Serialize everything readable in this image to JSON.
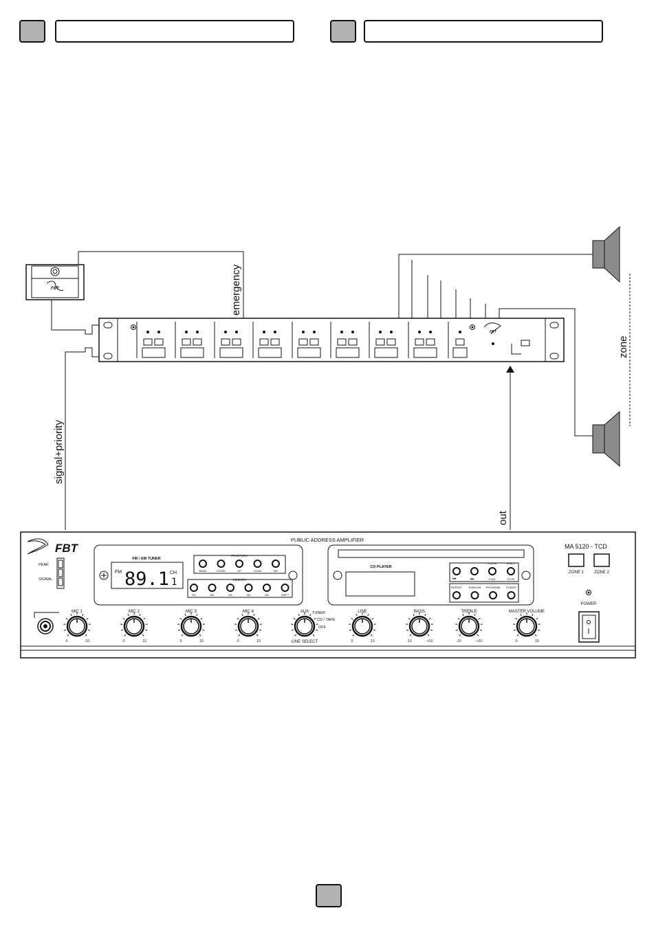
{
  "header": {
    "left_title": "",
    "right_title": ""
  },
  "footer": {
    "page_number": ""
  },
  "labels": {
    "emergency": "emergency",
    "signal_priority": "signal+priority",
    "out": "out",
    "zone": "zone"
  },
  "amplifier": {
    "brand": "FBT",
    "title": "PUBLIC ADDRESS AMPLIFIER",
    "model": "MA 5120 - TCD",
    "peak": "PEAK",
    "signal": "SIGNAL",
    "tuner": {
      "label": "FM / AM TUNER",
      "band": "FM",
      "frequency": "89.1",
      "ch_label": "CH",
      "channel": "1",
      "function_label": "FUNCTION",
      "function_buttons": [
        "BAND",
        "DOWN",
        "UP",
        "SCAN",
        "MS"
      ],
      "memory_label": "MEMORY",
      "memory_buttons": [
        "M1",
        "M2",
        "M3",
        "M4",
        "M5",
        "SHIFT"
      ]
    },
    "cd": {
      "label": "CD PLAYER",
      "top_buttons": [
        "PAUSE",
        "SUBCT",
        "PLAY",
        "STOP"
      ],
      "bottom_buttons": [
        "REPEAT",
        "RANDOM",
        "PROGRAM",
        "POWER"
      ]
    },
    "zones": [
      "ZONE 1",
      "ZONE 2"
    ],
    "power": "POWER",
    "knobs": [
      {
        "label": "MIC 1",
        "min": "0",
        "max": "10"
      },
      {
        "label": "MIC 2",
        "min": "0",
        "max": "10"
      },
      {
        "label": "MIC 3",
        "min": "0",
        "max": "10"
      },
      {
        "label": "MIC 4",
        "min": "0",
        "max": "10"
      },
      {
        "label": "AUX",
        "min": "",
        "max": ""
      },
      {
        "label": "LINE",
        "min": "0",
        "max": "10"
      },
      {
        "label": "BASS",
        "min": "-10",
        "max": "+10"
      },
      {
        "label": "TREBLE",
        "min": "-10",
        "max": "+10"
      },
      {
        "label": "MASTER VOLUME",
        "min": "0",
        "max": "10"
      }
    ],
    "line_select": {
      "label": "LINE SELECT",
      "options": [
        "TUNER",
        "CD / TAPE",
        "OFF"
      ]
    }
  },
  "zone_unit": {
    "logo": "FBT"
  }
}
